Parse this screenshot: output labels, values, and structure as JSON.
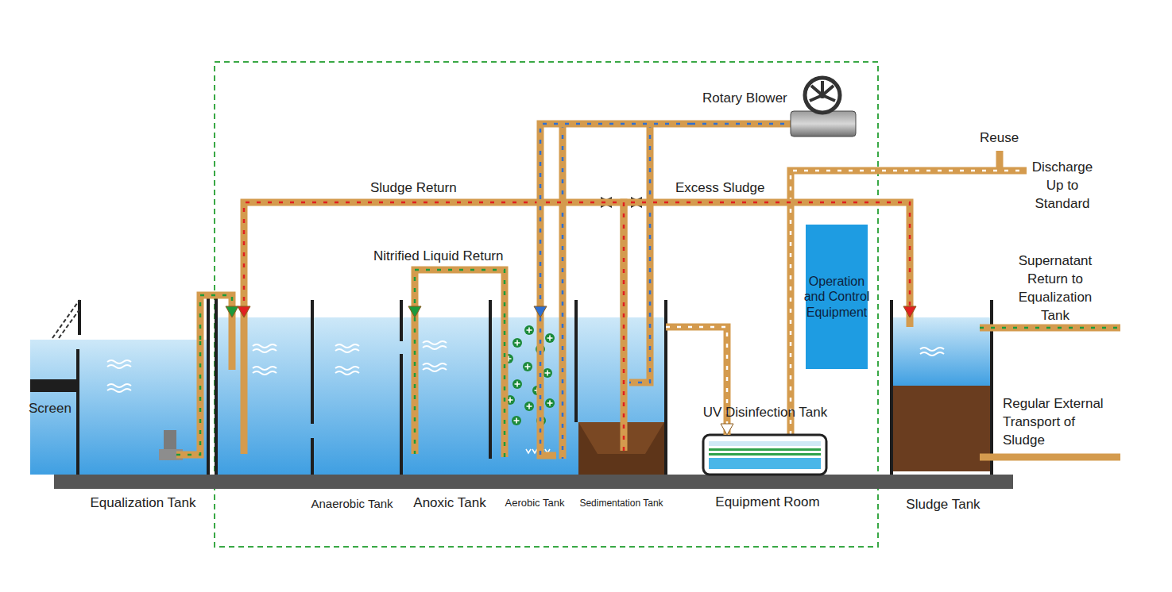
{
  "diagram": {
    "nodes": [
      {
        "text": [
          "Rotary Blower"
        ]
      },
      {
        "text": [
          "Equalization Tank"
        ]
      },
      {
        "text": [
          "Anaerobic Tank"
        ]
      },
      {
        "text": [
          "Anoxic Tank"
        ]
      },
      {
        "text": [
          "Aerobic Tank"
        ]
      },
      {
        "text": [
          "Sedimentation Tank"
        ]
      },
      {
        "text": [
          "Equipment Room"
        ]
      },
      {
        "text": [
          "UV Disinfection Tank"
        ],
        "in": 6
      },
      {
        "text": [
          "Operation and Control Equipment"
        ],
        "in": 6
      },
      {
        "text": [
          "Sludge Tank"
        ]
      }
    ],
    "edges": [
      {
        "from": 1,
        "to": 2,
        "arrow": "to"
      },
      {
        "from": 4,
        "to": 3,
        "label": "Nitrified Liquid Return",
        "arrow": "to"
      },
      {
        "from": 5,
        "to": 2,
        "label": "Sludge Return",
        "arrow": "to"
      },
      {
        "from": 5,
        "to": 9,
        "label": "Excess Sludge",
        "arrow": "to"
      },
      {
        "from": 0,
        "to": 4,
        "arrow": "to"
      },
      {
        "from": 5,
        "to": 7,
        "arrow": "to"
      }
    ],
    "labels": [
      "Screen",
      "Reuse",
      "Discharge Up to Standard",
      "Supernatant Return to Equalization Tank",
      "Regular External Transport of Sludge"
    ]
  }
}
